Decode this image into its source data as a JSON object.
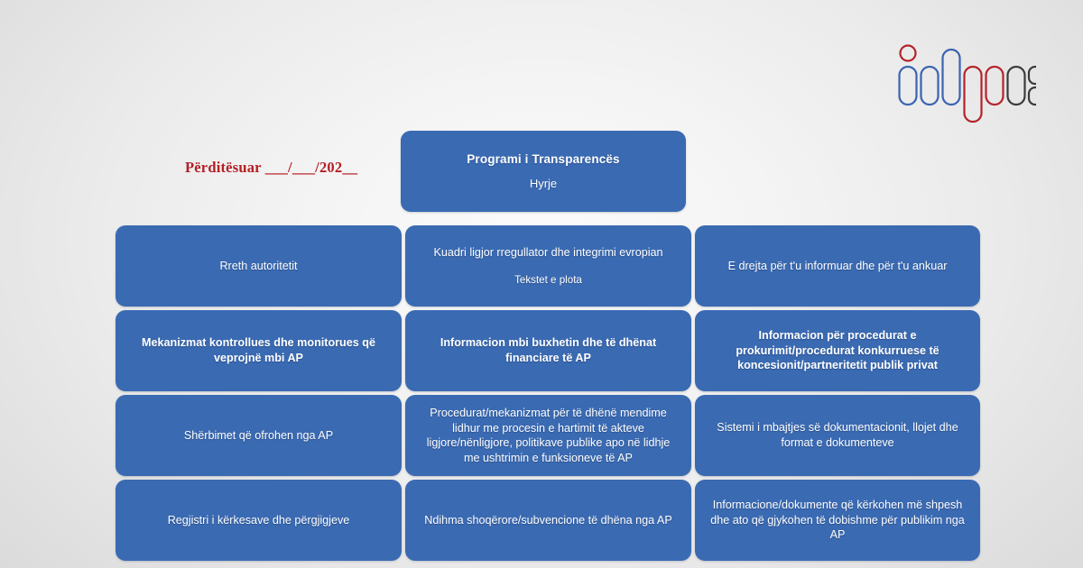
{
  "logo": {
    "name": "idp-logo",
    "alt_text": "idp",
    "colors": {
      "blue": "#3a63b0",
      "red": "#b4232b",
      "gray": "#3b3b3b"
    }
  },
  "updated_note": {
    "text": "Përditësuar ___/___/202__",
    "color": "#b41f24"
  },
  "header": {
    "title": "Programi i Transparencës",
    "subtitle": "Hyrje",
    "color": "#3a6ab2"
  },
  "theme": {
    "card_blue": "#3a6ab2",
    "text_white": "#ffffff",
    "background_light": "#fbfbfb",
    "background_edge": "#d6d6d6"
  },
  "grid": {
    "columns": 3,
    "rows": 4,
    "cells": [
      {
        "id": "rreth-autoritetit",
        "label": "Rreth autoritetit",
        "sub": "",
        "bold": false
      },
      {
        "id": "kuadri-ligjor",
        "label": "Kuadri ligjor rregullator dhe integrimi evropian",
        "sub": "Tekstet e plota",
        "bold": false
      },
      {
        "id": "e-drejta-per-tu-informuar",
        "label": "E drejta për t'u informuar dhe për t'u ankuar",
        "sub": "",
        "bold": false
      },
      {
        "id": "mekanizmat-kontrollues",
        "label": "Mekanizmat kontrollues dhe monitorues që veprojnë mbi AP",
        "sub": "",
        "bold": true
      },
      {
        "id": "informacion-buxheti",
        "label": "Informacion mbi buxhetin dhe të dhënat financiare të AP",
        "sub": "",
        "bold": true
      },
      {
        "id": "informacion-prokurime",
        "label": "Informacion për procedurat e prokurimit/procedurat konkurruese të koncesionit/partneritetit publik privat",
        "sub": "",
        "bold": true
      },
      {
        "id": "sherbimet-nga-ap",
        "label": "Shërbimet që ofrohen nga AP",
        "sub": "",
        "bold": false
      },
      {
        "id": "procedurat-mekanizmat-mendime",
        "label": "Procedurat/mekanizmat për të dhënë mendime lidhur me procesin e hartimit të akteve ligjore/nënligjore, politikave publike apo në lidhje me ushtrimin e funksioneve të AP",
        "sub": "",
        "bold": false
      },
      {
        "id": "sistemi-mbajtjes-dokumentacionit",
        "label": "Sistemi i mbajtjes së dokumentacionit, llojet dhe format e dokumenteve",
        "sub": "",
        "bold": false
      },
      {
        "id": "regjistri-kerkesave",
        "label": "Regjistri i kërkesave dhe përgjigjeve",
        "sub": "",
        "bold": false
      },
      {
        "id": "ndihma-shoqerore",
        "label": "Ndihma shoqërore/subvencione të dhëna nga AP",
        "sub": "",
        "bold": false
      },
      {
        "id": "informacione-te-kerkuara-shpesh",
        "label": "Informacione/dokumente që kërkohen më shpesh dhe ato që gjykohen të dobishme për publikim nga AP",
        "sub": "",
        "bold": false
      }
    ]
  }
}
